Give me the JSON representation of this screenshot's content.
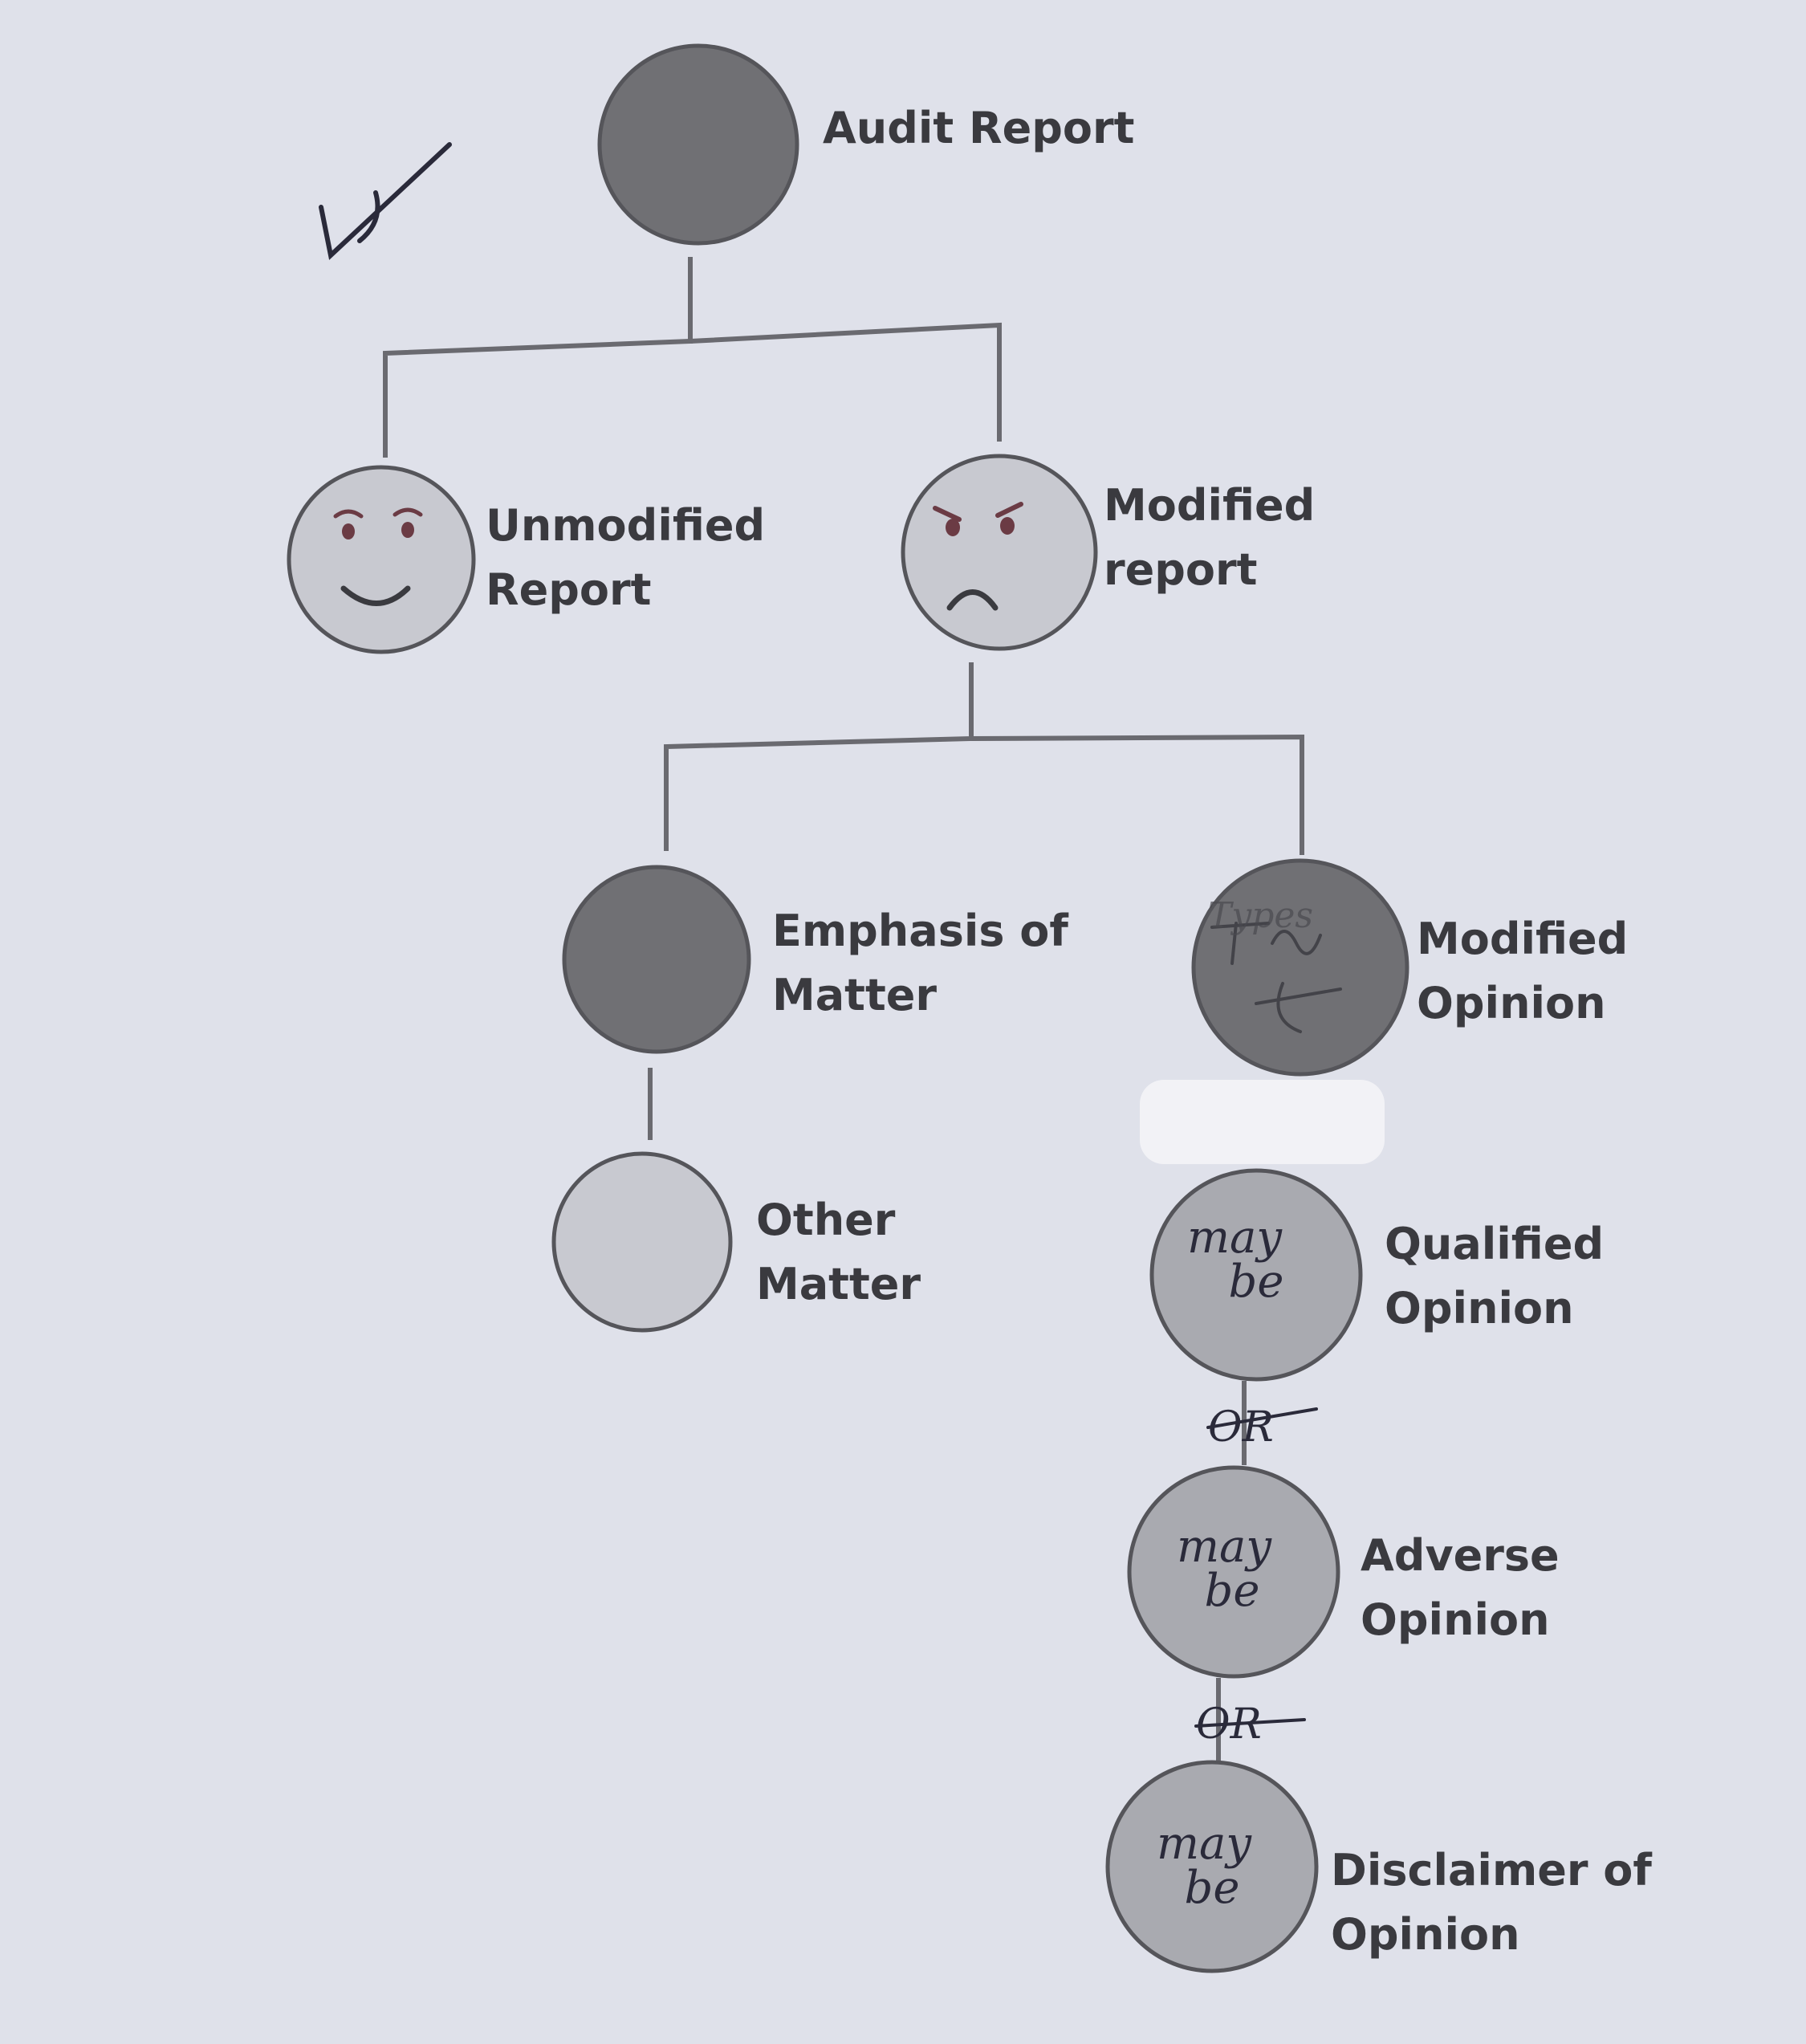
{
  "colors": {
    "page": "#dfe1ea",
    "line": "#6a6a70",
    "node_dark": "#707074",
    "node_medium": "#a9aab0",
    "node_light": "#c8c9d0",
    "node_stroke": "#55555a",
    "ink_print": "#3a3a3f",
    "ink_pen": "#2a2a3a",
    "face_eye": "#6b3b44"
  },
  "nodes": {
    "audit_report": {
      "lines": [
        "Audit Report"
      ],
      "shade": "dark"
    },
    "unmodified_report": {
      "lines": [
        "Unmodified",
        "Report"
      ],
      "shade": "light",
      "icon": "smiley-face-icon"
    },
    "modified_report": {
      "lines": [
        "Modified",
        "report"
      ],
      "shade": "light",
      "icon": "frowning-face-icon"
    },
    "emphasis_of_matter": {
      "lines": [
        "Emphasis of",
        "Matter"
      ],
      "shade": "dark"
    },
    "other_matter": {
      "lines": [
        "Other",
        "Matter"
      ],
      "shade": "light"
    },
    "modified_opinion": {
      "lines": [
        "Modified",
        "Opinion"
      ],
      "shade": "dark"
    },
    "qualified_opinion": {
      "lines": [
        "Qualified",
        "Opinion"
      ],
      "shade": "medium"
    },
    "adverse_opinion": {
      "lines": [
        "Adverse",
        "Opinion"
      ],
      "shade": "medium"
    },
    "disclaimer_of_opinion": {
      "lines": [
        "Disclaimer of",
        "Opinion"
      ],
      "shade": "medium"
    }
  },
  "handwritten": {
    "qualified_note": [
      "may",
      "be"
    ],
    "adverse_note": [
      "may",
      "be"
    ],
    "disclaimer_note": [
      "may",
      "be"
    ],
    "or_1": "OR",
    "or_2": "OR",
    "modified_opinion_scribble": "Types"
  }
}
